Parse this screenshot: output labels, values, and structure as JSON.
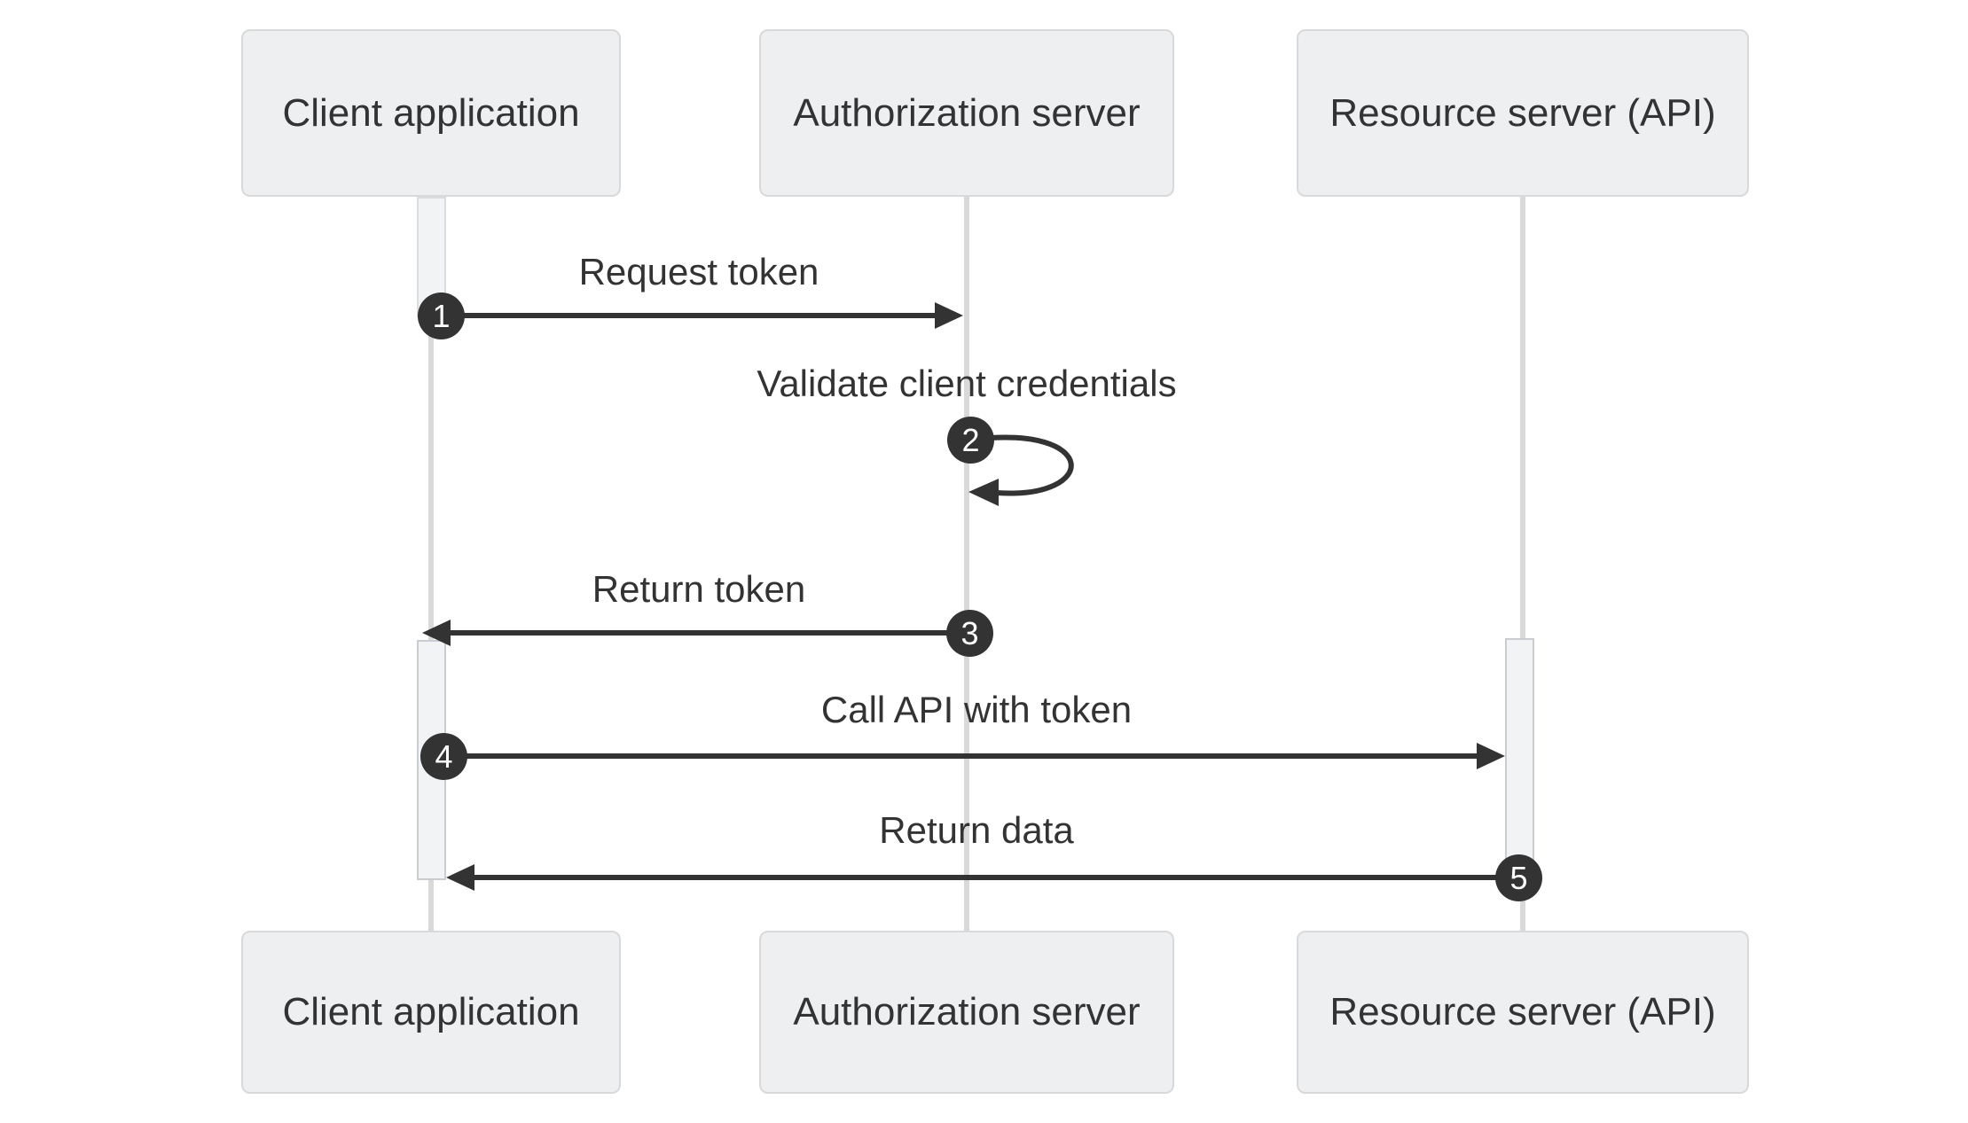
{
  "diagram_type": "sequence",
  "actors": [
    {
      "id": "client",
      "label": "Client application"
    },
    {
      "id": "auth",
      "label": "Authorization server"
    },
    {
      "id": "resource",
      "label": "Resource server (API)"
    }
  ],
  "messages": [
    {
      "num": "1",
      "label": "Request token",
      "from": "client",
      "to": "auth",
      "kind": "solid-right"
    },
    {
      "num": "2",
      "label": "Validate client credentials",
      "from": "auth",
      "to": "auth",
      "kind": "self-loop"
    },
    {
      "num": "3",
      "label": "Return token",
      "from": "auth",
      "to": "client",
      "kind": "solid-left"
    },
    {
      "num": "4",
      "label": "Call API with token",
      "from": "client",
      "to": "resource",
      "kind": "solid-right"
    },
    {
      "num": "5",
      "label": "Return data",
      "from": "resource",
      "to": "client",
      "kind": "solid-left"
    }
  ],
  "colors": {
    "background": "#ffffff",
    "actor_fill": "#edeff1",
    "actor_border": "#d9d9d9",
    "lifeline": "#d9d9d9",
    "activation_fill": "#f1f3f5",
    "activation_border": "#c9cdd1",
    "arrow": "#333333",
    "number_circle_fill": "#333333",
    "number_text": "#ffffff",
    "label_text": "#333333"
  }
}
